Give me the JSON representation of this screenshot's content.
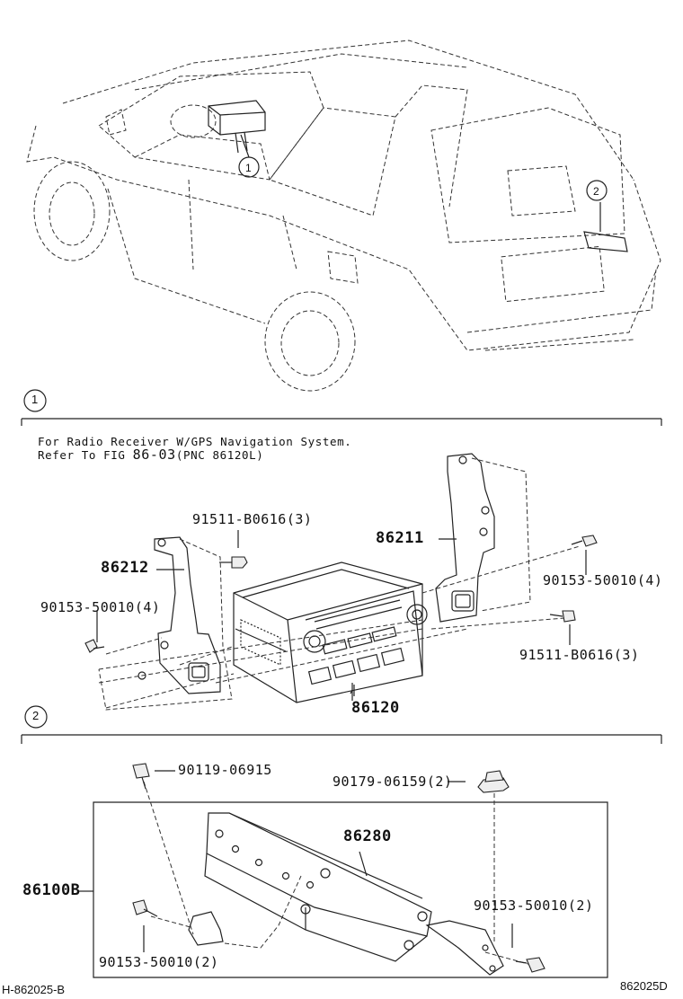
{
  "callouts": {
    "c1": "1",
    "c2": "2"
  },
  "note": {
    "line1": "For Radio Receiver W/GPS Navigation System.",
    "line2a": "Refer To FIG",
    "line2b": "86-03",
    "line2c": "(PNC 86120L)"
  },
  "section1": {
    "p_91511_top": "91511-B0616(3)",
    "p_86211": "86211",
    "p_86212": "86212",
    "p_90153_right": "90153-50010(4)",
    "p_90153_left": "90153-50010(4)",
    "p_91511_right": "91511-B0616(3)",
    "p_86120": "86120"
  },
  "section2": {
    "p_90119": "90119-06915",
    "p_90179": "90179-06159(2)",
    "p_86280": "86280",
    "p_86100B": "86100B",
    "p_90153_right": "90153-50010(2)",
    "p_90153_left": "90153-50010(2)"
  },
  "footer": {
    "left_code": "H-862025-B",
    "right_code": "862025D"
  }
}
